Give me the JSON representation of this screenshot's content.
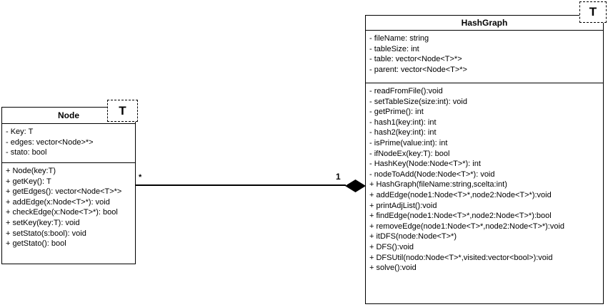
{
  "diagram": {
    "type": "uml-class-diagram",
    "colors": {
      "background": "#ffffff",
      "border": "#000000",
      "text": "#000000"
    },
    "node_class": {
      "title": "Node",
      "template_param": "T",
      "attributes": [
        "- Key: T",
        "- edges: vector<Node>*>",
        "- stato: bool"
      ],
      "methods": [
        "+ Node(key:T)",
        "+ getKey(): T",
        "+ getEdges(): vector<Node<T>*>",
        "+ addEdge(x:Node<T>*): void",
        "+ checkEdge(x:Node<T>*): bool",
        "+ setKey(key:T): void",
        "+ setStato(s:bool): void",
        "+ getStato(): bool"
      ]
    },
    "hashgraph_class": {
      "title": "HashGraph",
      "template_param": "T",
      "attributes": [
        "- fileName: string",
        "- tableSize: int",
        "- table: vector<Node<T>*>",
        "- parent: vector<Node<T>*>"
      ],
      "methods": [
        "- readFromFile():void",
        "- setTableSize(size:int): void",
        "- getPrime(): int",
        "- hash1(key:int): int",
        "- hash2(key:int): int",
        "- isPrime(value:int): int",
        "- ifNodeEx(key:T): bool",
        "- HashKey(Node:Node<T>*): int",
        "- nodeToAdd(Node:Node<T>*): void",
        "+ HashGraph(fileName:string,scelta:int)",
        "+ addEdge(node1:Node<T>*,node2:Node<T>*):void",
        "+ printAdjList():void",
        "+ findEdge(node1:Node<T>*,node2:Node<T>*):bool",
        "+ removeEdge(node1:Node<T>*,node2:Node<T>*):void",
        "+ itDFS(node:Node<T>*)",
        "+ DFS():void",
        "+ DFSUtil(nodo:Node<T>*,visited:vector<bool>):void",
        "+ solve():void"
      ]
    },
    "association": {
      "kind": "composition",
      "source_multiplicity": "*",
      "target_multiplicity": "1"
    }
  }
}
